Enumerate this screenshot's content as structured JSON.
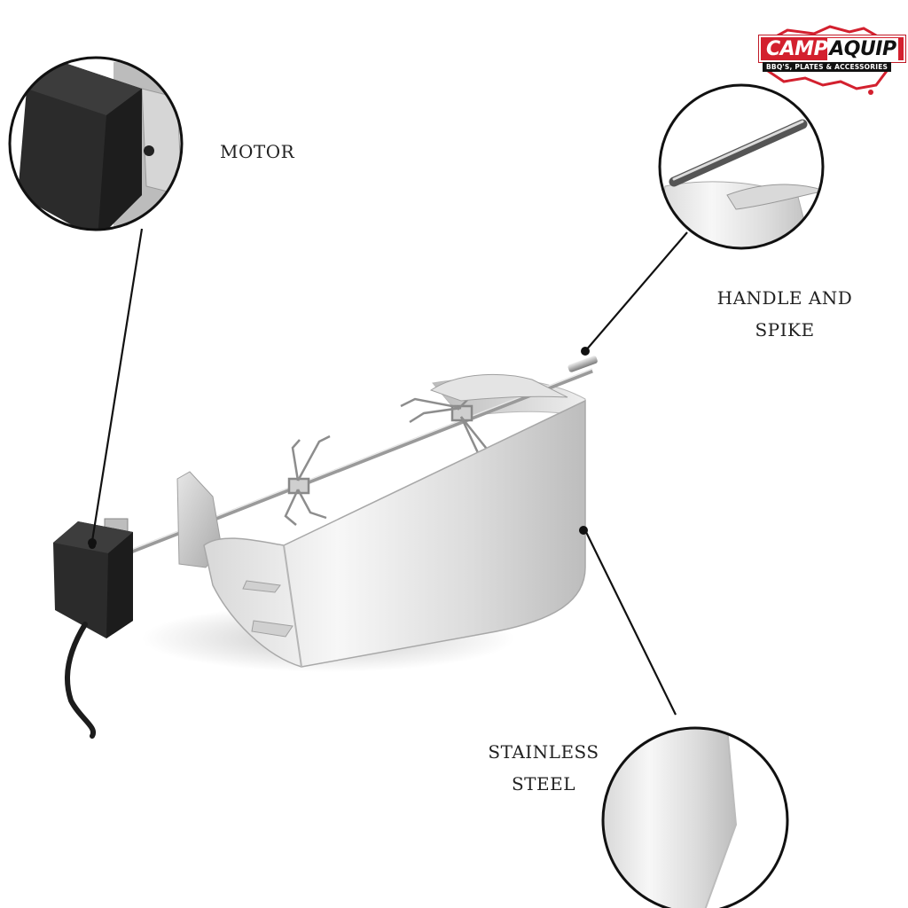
{
  "brand": {
    "logo_part1": "CAMP",
    "logo_part2": "AQUIP",
    "tagline": "BBQ'S, PLATES & ACCESSORIES",
    "primary_color": "#d3202e",
    "secondary_color": "#111111"
  },
  "callouts": {
    "motor": {
      "label": "MOTOR"
    },
    "handle": {
      "line1": "HANDLE AND",
      "line2": "SPIKE"
    },
    "steel": {
      "line1": "STAINLESS",
      "line2": "STEEL"
    }
  },
  "colors": {
    "steel_light": "#f2f2f2",
    "steel_mid": "#c9c9c9",
    "motor_body": "#2b2b2b",
    "line": "#111111"
  }
}
